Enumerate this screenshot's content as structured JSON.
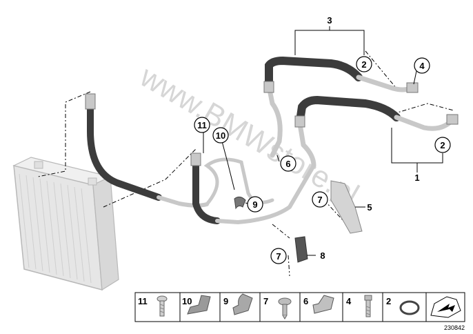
{
  "callouts": {
    "c1": "1",
    "c2a": "2",
    "c2b": "2",
    "c3": "3",
    "c4": "4",
    "c5": "5",
    "c6": "6",
    "c7a": "7",
    "c7b": "7",
    "c8": "8",
    "c9": "9",
    "c10": "10",
    "c11": "11"
  },
  "legend": {
    "items": [
      "11",
      "10",
      "9",
      "7",
      "6",
      "4",
      "2"
    ]
  },
  "diagram_id": "230842",
  "watermark": "www.BMWstore.pl",
  "colors": {
    "hose": "#3c3c3c",
    "fitting": "#c8c8c8",
    "cooler": "#e2e2e2",
    "line": "#000000"
  }
}
